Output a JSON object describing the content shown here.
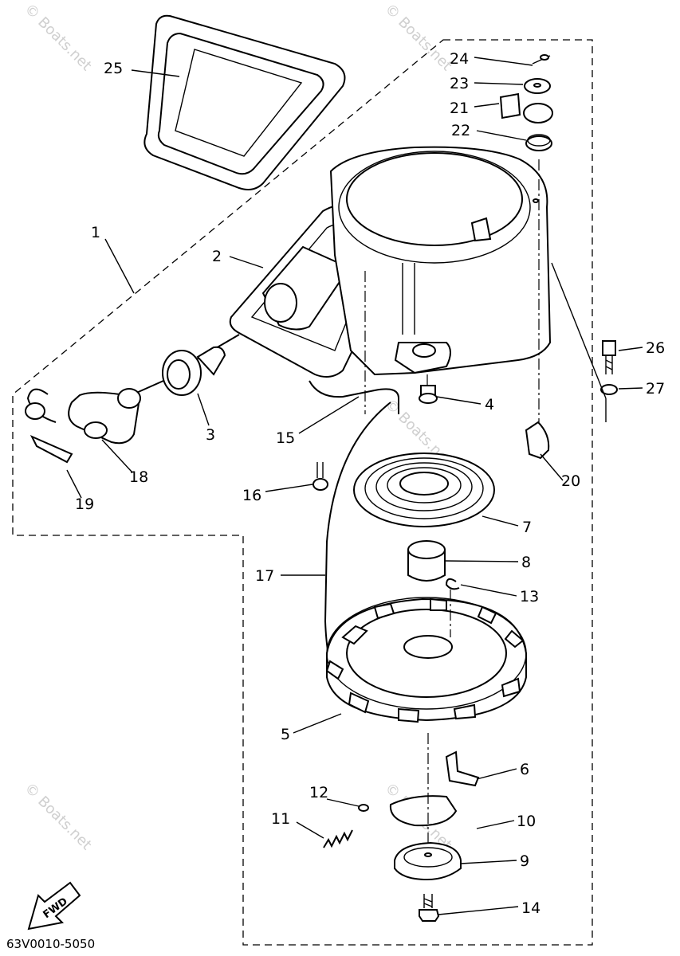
{
  "diagram": {
    "part_code": "63V0010-5050",
    "fwd_label": "FWD",
    "watermark": "© Boats.net",
    "callouts": {
      "c1": "1",
      "c2": "2",
      "c3": "3",
      "c4": "4",
      "c5": "5",
      "c6": "6",
      "c7": "7",
      "c8": "8",
      "c9": "9",
      "c10": "10",
      "c11": "11",
      "c12": "12",
      "c13": "13",
      "c14": "14",
      "c15": "15",
      "c16": "16",
      "c17": "17",
      "c18": "18",
      "c19": "19",
      "c20": "20",
      "c21": "21",
      "c22": "22",
      "c23": "23",
      "c24": "24",
      "c25": "25",
      "c26": "26",
      "c27": "27"
    }
  }
}
